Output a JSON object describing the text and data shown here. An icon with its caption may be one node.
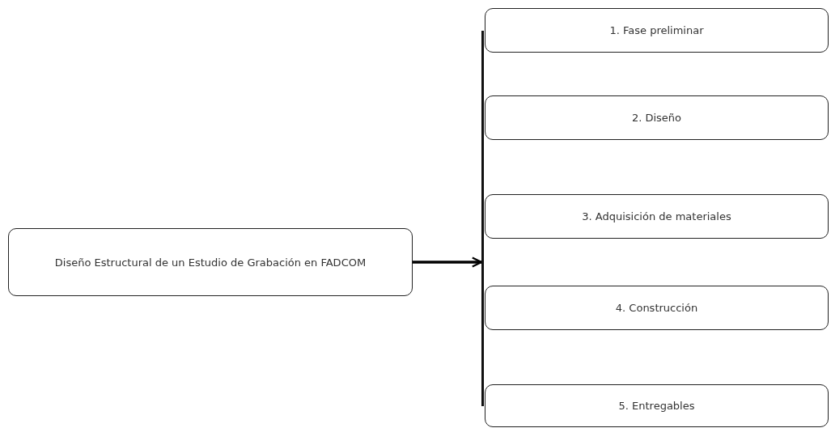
{
  "diagram": {
    "nodes": [
      {
        "text": [
          "Diseño Estructural de un Estudio de Grabación en FADCOM"
        ]
      },
      {
        "text": [],
        "shape": "bar"
      },
      {
        "text": [
          "1. Fase preliminar"
        ]
      },
      {
        "text": [
          "2. Diseño"
        ]
      },
      {
        "text": [
          "3. Adquisición de materiales"
        ]
      },
      {
        "text": [
          "4. Construcción"
        ]
      },
      {
        "text": [
          "5. Entregables"
        ]
      }
    ],
    "edges": [
      {
        "from": 0,
        "to": 1,
        "arrow": "to"
      }
    ]
  }
}
